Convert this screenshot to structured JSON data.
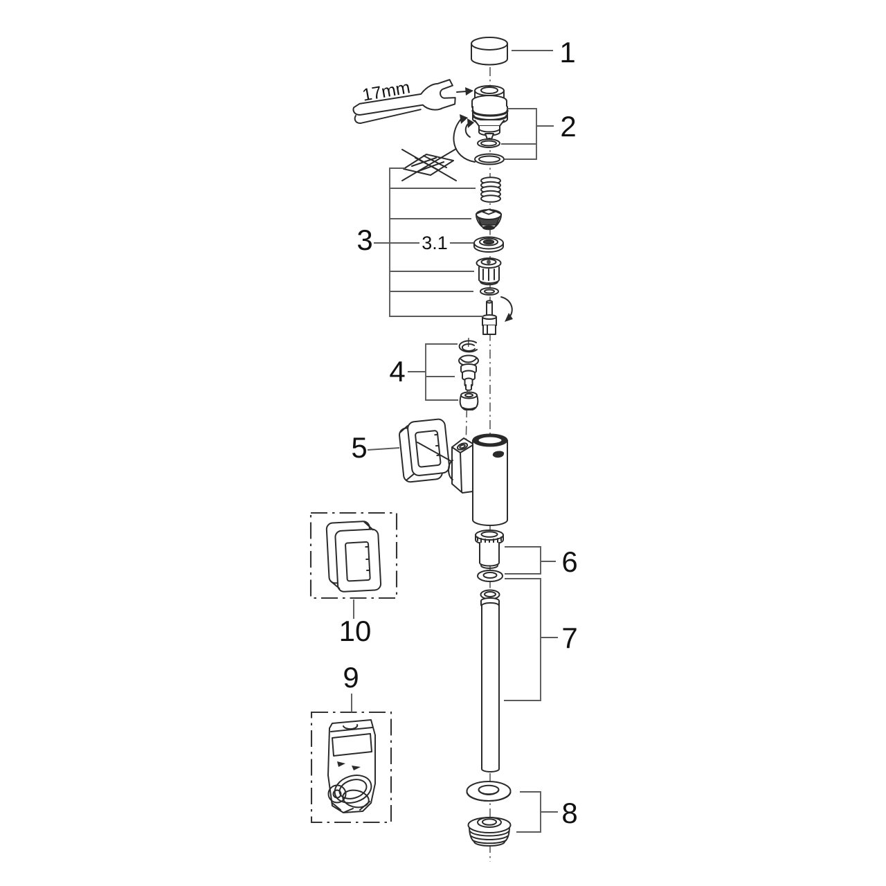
{
  "diagram": {
    "type": "exploded-parts-diagram",
    "callouts": {
      "c1": "1",
      "c2": "2",
      "c3": "3",
      "c3_1": "3.1",
      "c4": "4",
      "c5": "5",
      "c6": "6",
      "c7": "7",
      "c8": "8",
      "c9": "9",
      "c10": "10"
    },
    "annotations": {
      "wrench_size": "17mm"
    },
    "colors": {
      "line": "#2a2a2a",
      "leader": "#5a5a5a",
      "text": "#111111",
      "background": "#ffffff"
    }
  }
}
